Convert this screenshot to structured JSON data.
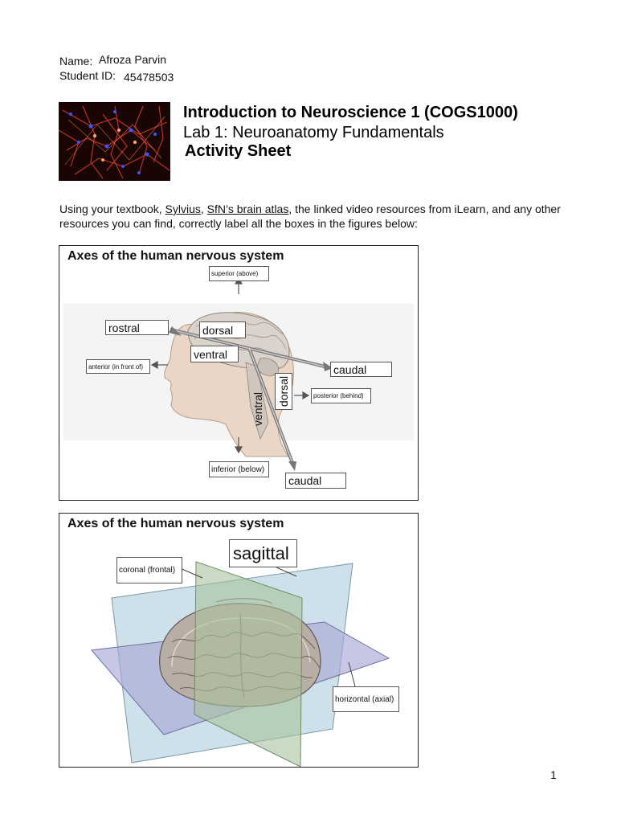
{
  "header": {
    "name_label": "Name:",
    "name_value": "Afroza Parvin",
    "student_id_label": "Student ID:",
    "student_id_value": "45478503"
  },
  "title": {
    "line1": "Introduction to Neuroscience 1 (COGS1000)",
    "line2": "Lab 1: Neuroanatomy Fundamentals",
    "line3": "Activity Sheet"
  },
  "intro": {
    "part1": "Using your textbook, ",
    "link1": "Sylvius",
    "part2": ", ",
    "link2": "SfN’s brain atlas",
    "part3": ", the linked video resources from iLearn, and any other resources you can find, correctly label all the boxes in the figures below:"
  },
  "figure1": {
    "title": "Axes of the human nervous system",
    "labels": {
      "superior": "superior (above)",
      "rostral": "rostral",
      "dorsal_head": "dorsal",
      "ventral_head": "ventral",
      "anterior": "anterior (in front of)",
      "caudal_head": "caudal",
      "posterior": "posterior (behind)",
      "dorsal_spine": "dorsal",
      "ventral_spine": "ventral",
      "inferior": "inferior (below)",
      "caudal_spine": "caudal"
    }
  },
  "figure2": {
    "title": "Axes of the human nervous system",
    "labels": {
      "sagittal": "sagittal",
      "coronal": "coronal (frontal)",
      "horizontal": "horizontal (axial)"
    }
  },
  "page_number": "1"
}
